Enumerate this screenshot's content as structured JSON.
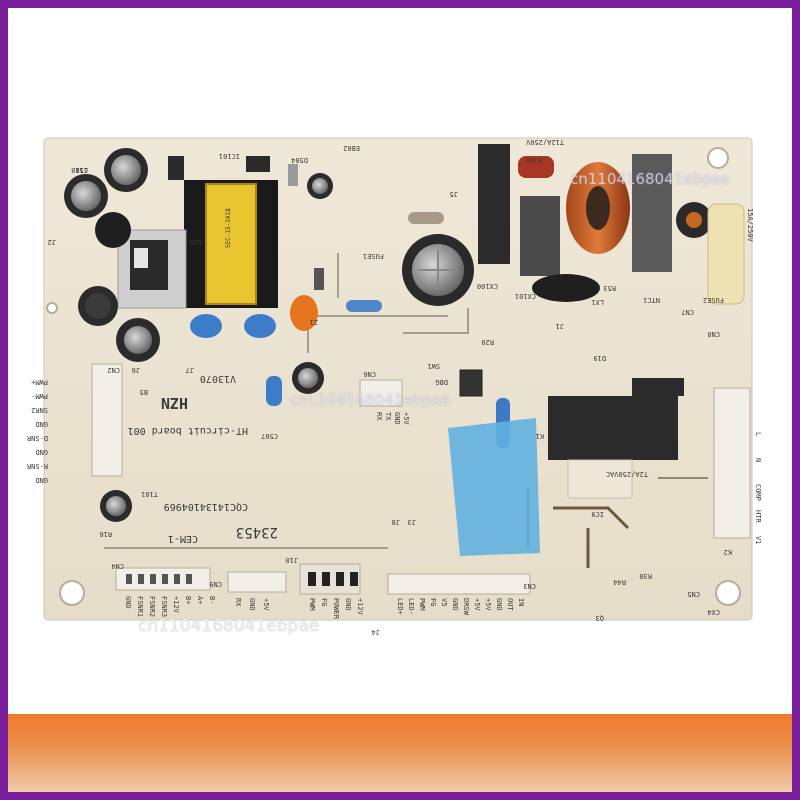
{
  "colors": {
    "border": "#7a1f9b",
    "board": "#ece4d3",
    "silkscreen": "#3a3a3a",
    "band": "#f07a2a",
    "blue_tape": "#5aa6d6"
  },
  "watermarks": [
    "cn1104168041ebpae",
    "cn1104168041ebpae",
    "cn1104168041ebpae"
  ],
  "board": {
    "brand": "HZN",
    "circuit_label": "HT-circuit board 001",
    "part_number": "CQC14134104969",
    "model": "V13070",
    "cem": "CEM-1",
    "handwritten": "23453",
    "fuse_rating": "T12A/250V",
    "relay_label": "T2A/250VAC",
    "cn1_label": "15A/250V",
    "left_pins": [
      "PWM+",
      "PWM-",
      "SNR2",
      "GND",
      "D-SNR",
      "GND",
      "R-SNR",
      "GND"
    ],
    "cn4_pins": [
      "GND",
      "FSNR1",
      "FSNR2",
      "FSNR3",
      "+12V",
      "B+",
      "A+",
      "B-"
    ],
    "cn3_pins": [
      "RX",
      "GND",
      "+5V"
    ],
    "power_pins": [
      "PWM",
      "FG",
      "POWER",
      "GND",
      "+12V"
    ],
    "cn5_pins": [
      "LED+",
      "LED-",
      "PWM",
      "FG",
      "V5",
      "GND",
      "DRSW",
      "+5V",
      "+5V",
      "GND",
      "OUT",
      "IN"
    ],
    "cn6_pins": [
      "+5V",
      "GND",
      "TX",
      "RX"
    ],
    "right_pins": [
      "V1",
      "HTR",
      "COMP",
      "N",
      "L"
    ],
    "refs": [
      "J11",
      "J2",
      "IC101",
      "D504",
      "EB02",
      "J5",
      "J7",
      "J6",
      "B5",
      "CN2",
      "CN6",
      "SW1",
      "DBG",
      "CN7",
      "CN8",
      "K1",
      "K2",
      "CN9",
      "CN4",
      "J10",
      "CN3",
      "CN5",
      "CX4",
      "CX5",
      "Z1",
      "C507",
      "T101",
      "R16",
      "J4",
      "J8",
      "J3",
      "J1",
      "D19",
      "R20",
      "IC9",
      "R30",
      "R44",
      "Q3",
      "R53",
      "LX1",
      "NTC1",
      "CX100",
      "CX101",
      "E100",
      "FUSE2",
      "FUSE1",
      "C508"
    ]
  }
}
